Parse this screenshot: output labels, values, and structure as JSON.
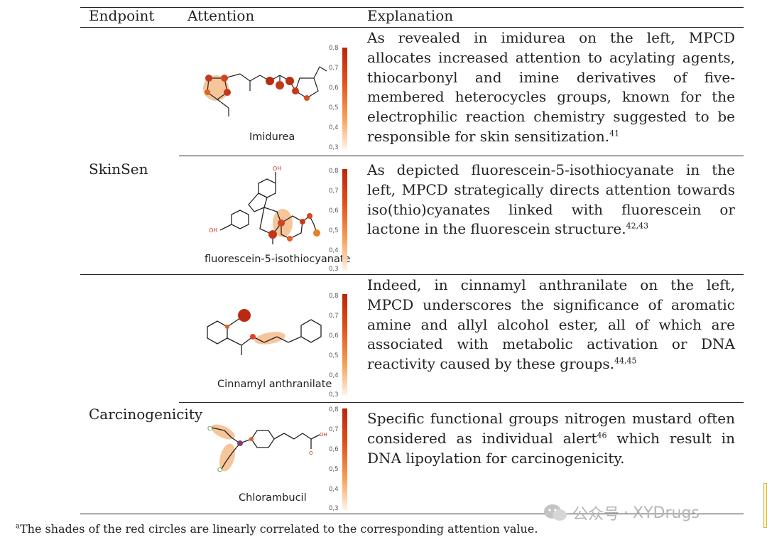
{
  "table": {
    "headers": {
      "endpoint": "Endpoint",
      "attention": "Attention",
      "explanation": "Explanation"
    },
    "endpoints": {
      "skinsen": "SkinSen",
      "carcinogenicity": "Carcinogenicity"
    },
    "rows": [
      {
        "molecule": "Imidurea",
        "explanation": "As revealed in imidurea on the left, MPCD allocates increased attention to acylating agents, thiocarbonyl and imine derivatives of five-membered heterocycles groups, known for the electrophilic reaction chemistry suggested to be responsible for skin sensitization.",
        "ref": "41"
      },
      {
        "molecule": "fluorescein-5-isothiocyanate",
        "explanation": "As depicted fluorescein-5-isothiocyanate in the left, MPCD strategically directs attention towards iso(thio)cyanates linked with fluorescein or lactone in the fluorescein structure.",
        "ref": "42,43"
      },
      {
        "molecule": "Cinnamyl anthranilate",
        "explanation": "Indeed, in cinnamyl anthranilate on the left, MPCD underscores the significance of aromatic amine and allyl alcohol ester, all of which are associated with metabolic activation or DNA reactivity caused by these groups.",
        "ref": "44,45"
      },
      {
        "molecule": "Chlorambucil",
        "explanation_pre": "Specific functional groups nitrogen mustard often considered as individual alert",
        "ref": "46",
        "explanation_post": " which result in DNA lipoylation for carcinogenicity."
      }
    ],
    "colorbar_ticks": [
      "0,8",
      "0,7",
      "0,6",
      "0,5",
      "0,4",
      "0,3"
    ],
    "colorbar_colors": {
      "high": "#b9260c",
      "mid": "#e0541a",
      "low": "#fff4e8"
    },
    "atom_labels": {
      "oh": "OH",
      "o": "O",
      "cl": "Cl"
    }
  },
  "footnote": {
    "marker": "a",
    "text": "The shades of the red circles are linearly correlated to the corresponding attention value."
  },
  "watermark": {
    "prefix": "公众号",
    "separator": "·",
    "brand": "XYDrugs"
  }
}
